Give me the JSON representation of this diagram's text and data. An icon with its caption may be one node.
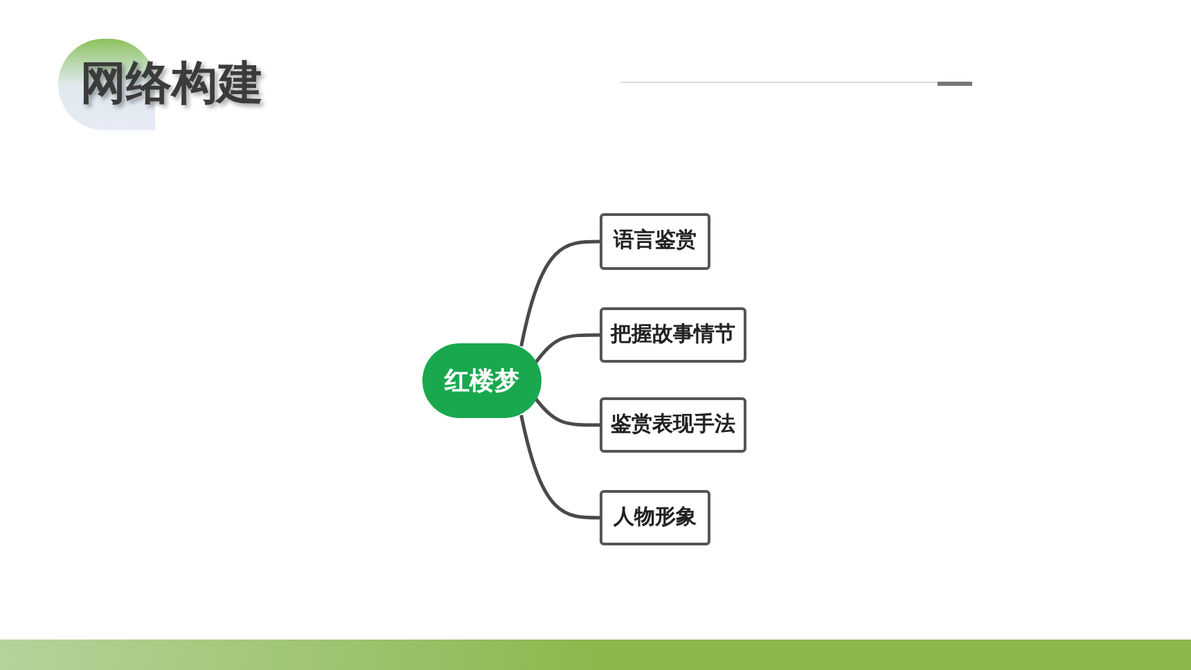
{
  "diagram": {
    "title": "网络构建",
    "nodes": [
      {
        "text": [
          "红楼梦"
        ]
      },
      {
        "text": [
          "语言鉴赏"
        ]
      },
      {
        "text": [
          "把握故事情节"
        ]
      },
      {
        "text": [
          "鉴赏表现手法"
        ]
      },
      {
        "text": [
          "人物形象"
        ]
      }
    ],
    "edges": [
      {
        "from": 0,
        "to": 1,
        "arrow": "none"
      },
      {
        "from": 0,
        "to": 2,
        "arrow": "none"
      },
      {
        "from": 0,
        "to": 3,
        "arrow": "none"
      },
      {
        "from": 0,
        "to": 4,
        "arrow": "none"
      }
    ]
  }
}
